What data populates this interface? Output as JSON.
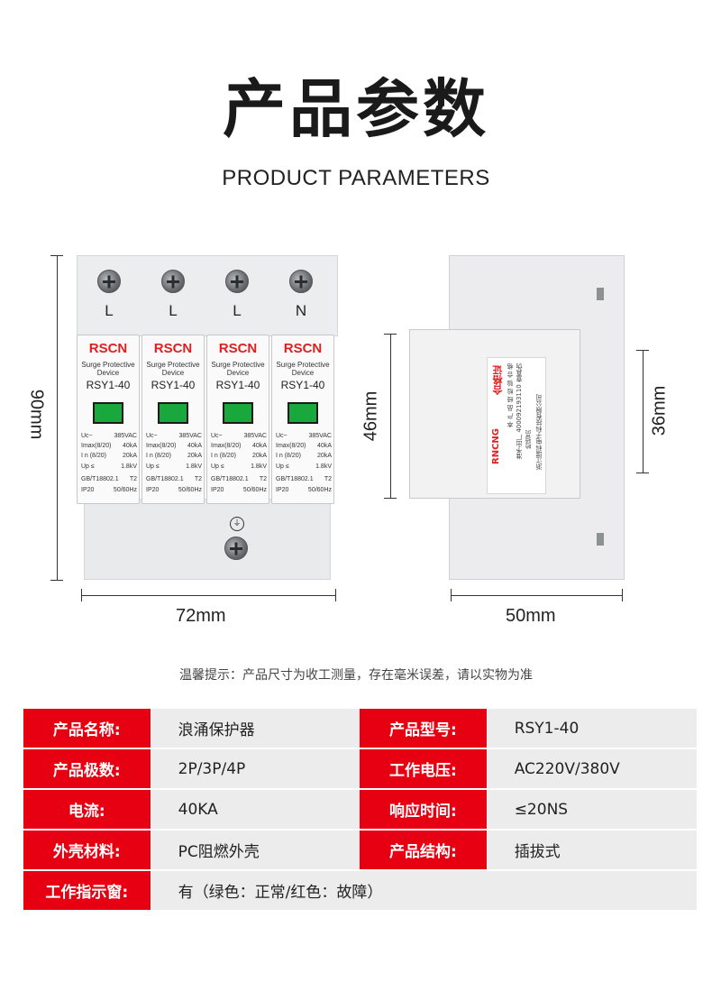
{
  "header": {
    "title": "产品参数",
    "subtitle": "PRODUCT PARAMETERS"
  },
  "front_view": {
    "poles": [
      "L",
      "L",
      "L",
      "N"
    ],
    "modules": [
      {
        "brand": "RSCN",
        "line1": "Surge Protective",
        "line2": "Device",
        "model": "RSY1-40",
        "specs": [
          [
            "Uc~",
            "385VAC"
          ],
          [
            "Imax(8/20)",
            "40kA"
          ],
          [
            "I n (8/20)",
            "20kA"
          ],
          [
            "Up  ≤",
            "1.8kV"
          ],
          [
            "GB/T18802.1",
            "T2"
          ],
          [
            "IP20",
            "50/60Hz"
          ]
        ]
      },
      {
        "brand": "RSCN",
        "line1": "Surge Protective",
        "line2": "Device",
        "model": "RSY1-40",
        "specs": [
          [
            "Uc~",
            "385VAC"
          ],
          [
            "Imax(8/20)",
            "40kA"
          ],
          [
            "I n (8/20)",
            "20kA"
          ],
          [
            "Up  ≤",
            "1.8kV"
          ],
          [
            "GB/T18802.1",
            "T2"
          ],
          [
            "IP20",
            "50/60Hz"
          ]
        ]
      },
      {
        "brand": "RSCN",
        "line1": "Surge Protective",
        "line2": "Device",
        "model": "RSY1-40",
        "specs": [
          [
            "Uc~",
            "385VAC"
          ],
          [
            "Imax(8/20)",
            "40kA"
          ],
          [
            "I n (8/20)",
            "20kA"
          ],
          [
            "Up  ≤",
            "1.8kV"
          ],
          [
            "GB/T18802.1",
            "T2"
          ],
          [
            "IP20",
            "50/60Hz"
          ]
        ]
      },
      {
        "brand": "RSCN",
        "line1": "Surge Protective",
        "line2": "Device",
        "model": "RSY1-40",
        "specs": [
          [
            "Uc~",
            "385VAC"
          ],
          [
            "Imax(8/20)",
            "40kA"
          ],
          [
            "I n (8/20)",
            "20kA"
          ],
          [
            "Up  ≤",
            "1.8kV"
          ],
          [
            "GB/T18802.1",
            "T2"
          ],
          [
            "IP20",
            "50/60Hz"
          ]
        ]
      }
    ],
    "indicator_color": "#19a83c",
    "brand_color": "#e02020"
  },
  "side_view": {
    "brand": "RNCNG",
    "cert": "合格证",
    "label_lines": [
      "本 产 品 经 检 验 合 格",
      "准予出厂 400092193110 查真伪",
      "检验员",
      "浙江瑞科电子科技有限公司"
    ]
  },
  "dimensions": {
    "height": "90mm",
    "width_front": "72mm",
    "module_height": "46mm",
    "din_height": "36mm",
    "depth": "50mm"
  },
  "note": "温馨提示：产品尺寸为收工测量，存在毫米误差，请以实物为准",
  "spec_rows": [
    [
      {
        "k": "产品名称:",
        "v": "浪涌保护器"
      },
      {
        "k": "产品型号:",
        "v": "RSY1-40"
      }
    ],
    [
      {
        "k": "产品极数:",
        "v": "2P/3P/4P"
      },
      {
        "k": "工作电压:",
        "v": "AC220V/380V"
      }
    ],
    [
      {
        "k": "电流:",
        "v": "40KA"
      },
      {
        "k": "响应时间:",
        "v": "≤20NS"
      }
    ],
    [
      {
        "k": "外壳材料:",
        "v": "PC阻燃外壳"
      },
      {
        "k": "产品结构:",
        "v": "插拔式"
      }
    ],
    [
      {
        "k": "工作指示窗:",
        "v": "有（绿色：正常/红色：故障）"
      }
    ]
  ],
  "colors": {
    "table_key_bg": "#e60012",
    "table_value_bg": "#ececec"
  }
}
